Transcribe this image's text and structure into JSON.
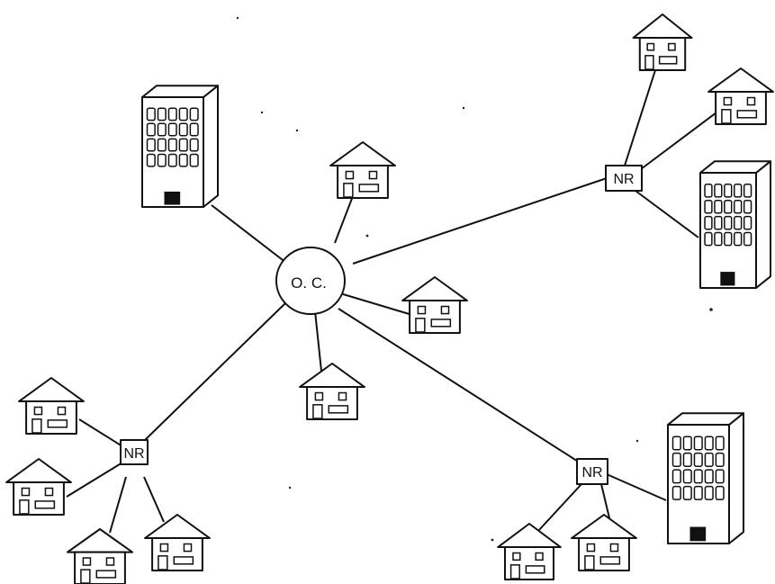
{
  "office": {
    "label": "O. C."
  },
  "nodes": [
    {
      "label": "NR"
    },
    {
      "label": "NR"
    },
    {
      "label": "NR"
    }
  ],
  "colors": {
    "ink": "#111111",
    "background": "#ffffff"
  }
}
